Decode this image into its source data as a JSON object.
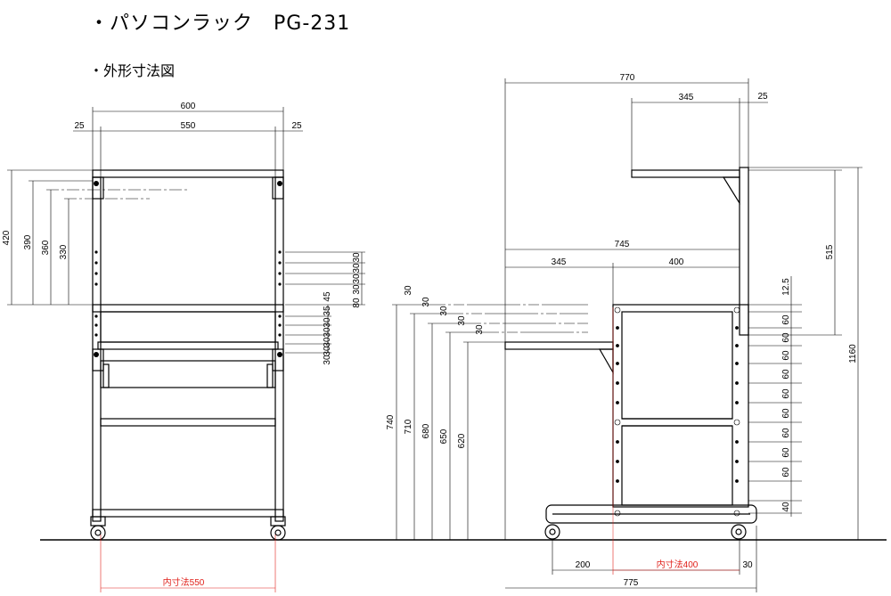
{
  "title": "・パソコンラック　PG-231",
  "subtitle": "・外形寸法図",
  "front": {
    "dim_600": "600",
    "dim_550": "550",
    "dim_25_left": "25",
    "dim_25_right": "25",
    "dim_420": "420",
    "dim_390": "390",
    "dim_360": "360",
    "dim_330": "330",
    "dim_30_a": "30",
    "dim_30_b": "30",
    "dim_30_c": "30",
    "dim_30_d": "30",
    "dim_80": "80",
    "dim_45": "45",
    "dim_35": "35",
    "dim_30_e": "30",
    "dim_30_f": "30",
    "dim_30_g": "30",
    "dim_30_h": "30",
    "dim_30_i": "30",
    "inner_550": "内寸法550"
  },
  "side": {
    "dim_770": "770",
    "dim_345_top": "345",
    "dim_25": "25",
    "dim_745": "745",
    "dim_345": "345",
    "dim_400": "400",
    "dim_515": "515",
    "dim_1160": "1160",
    "dim_12_5": "12.5",
    "pitch": [
      "60",
      "60",
      "60",
      "60",
      "60",
      "60",
      "60",
      "60",
      "60"
    ],
    "dim_40": "40",
    "dim_30_h1": "30",
    "dim_30_h2": "30",
    "dim_30_h3": "30",
    "dim_30_h4": "30",
    "dim_30_h5": "30",
    "dim_740": "740",
    "dim_710": "710",
    "dim_680": "680",
    "dim_650": "650",
    "dim_620": "620",
    "dim_200": "200",
    "inner_400": "内寸法400",
    "dim_30_bottom": "30",
    "dim_775": "775"
  }
}
